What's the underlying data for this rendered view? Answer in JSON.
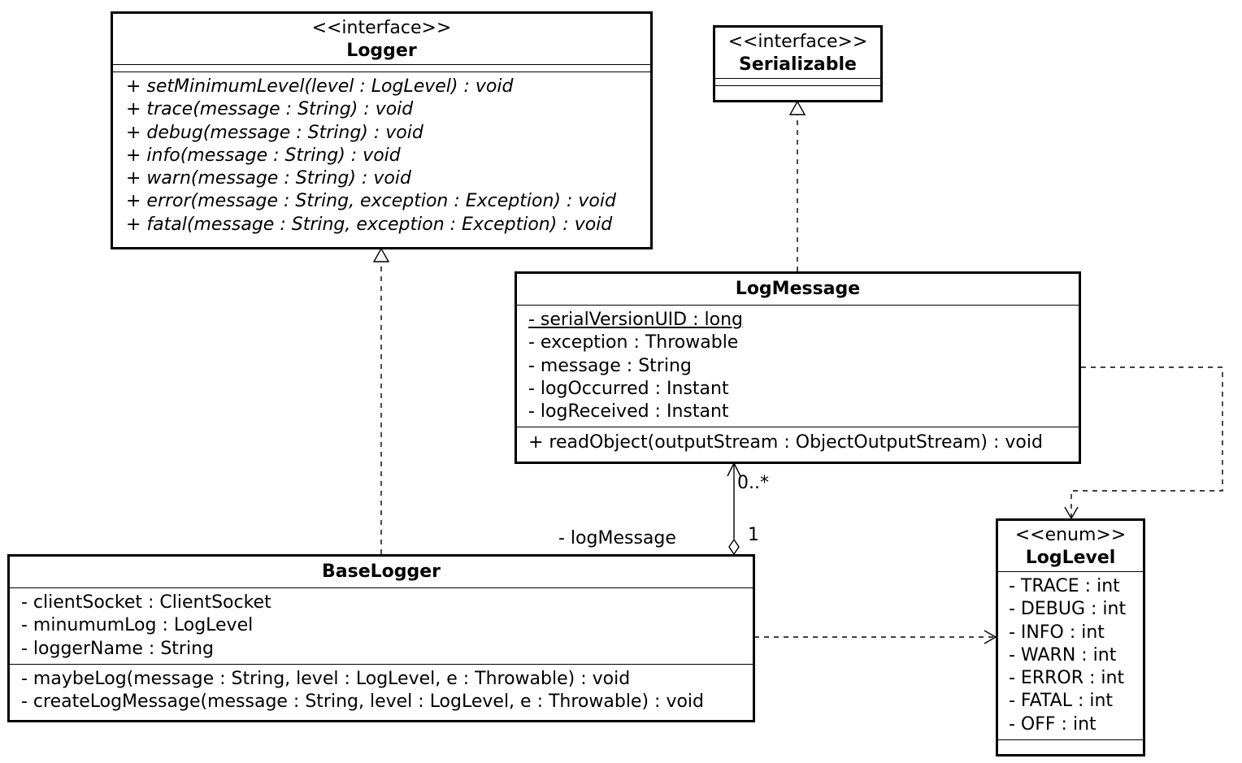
{
  "classes": {
    "logger": {
      "stereotype": "<<interface>>",
      "name": "Logger",
      "operations": [
        "+ setMinimumLevel(level : LogLevel) : void",
        "+ trace(message : String) : void",
        "+ debug(message : String) : void",
        "+ info(message : String) : void",
        "+ warn(message : String) : void",
        "+ error(message : String, exception : Exception) : void",
        "+ fatal(message : String, exception : Exception) : void"
      ]
    },
    "serializable": {
      "stereotype": "<<interface>>",
      "name": "Serializable"
    },
    "log_message": {
      "name": "LogMessage",
      "attributes": [
        "- serialVersionUID : long",
        "- exception : Throwable",
        "- message : String",
        "- logOccurred : Instant",
        "- logReceived : Instant"
      ],
      "operations": [
        "+ readObject(outputStream : ObjectOutputStream) : void"
      ]
    },
    "base_logger": {
      "name": "BaseLogger",
      "attributes": [
        "- clientSocket : ClientSocket",
        "- minumumLog : LogLevel",
        "- loggerName : String"
      ],
      "operations": [
        "- maybeLog(message : String, level : LogLevel, e : Throwable) : void",
        "- createLogMessage(message : String, level : LogLevel, e : Throwable) : void"
      ]
    },
    "log_level": {
      "stereotype": "<<enum>>",
      "name": "LogLevel",
      "literals": [
        "- TRACE : int",
        "- DEBUG : int",
        "- INFO : int",
        "- WARN : int",
        "- ERROR : int",
        "- FATAL : int",
        "- OFF : int"
      ]
    }
  },
  "associations": {
    "base_logger_log_message": {
      "role": "- logMessage",
      "multiplicity_target": "0..*",
      "multiplicity_source": "1"
    }
  }
}
